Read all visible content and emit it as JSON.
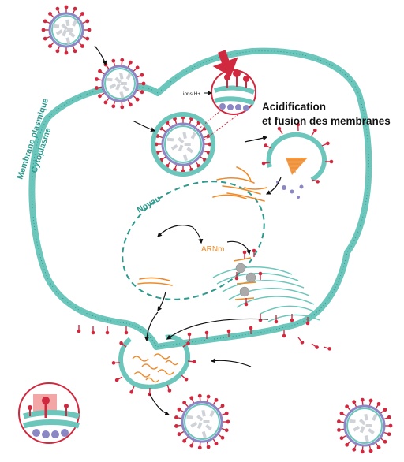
{
  "labels": {
    "membrane": "Membrane plasmique",
    "cytoplasm": "Cytoplasme",
    "nucleus": "Noyau",
    "mrna": "ARNm",
    "ions": "ions H+",
    "acidification_line1": "Acidification",
    "acidification_line2": "et fusion des membranes"
  },
  "colors": {
    "membrane": "#6cc6bb",
    "membrane_dark": "#2c9a8e",
    "spike_red": "#d0283e",
    "rna_orange": "#ee8a2a",
    "capsid_purple": "#8b86c4",
    "highlight_red": "#e03a3a"
  },
  "icons": {
    "arrow": "black-curved-arrow",
    "pointer": "red-down-arrow"
  }
}
